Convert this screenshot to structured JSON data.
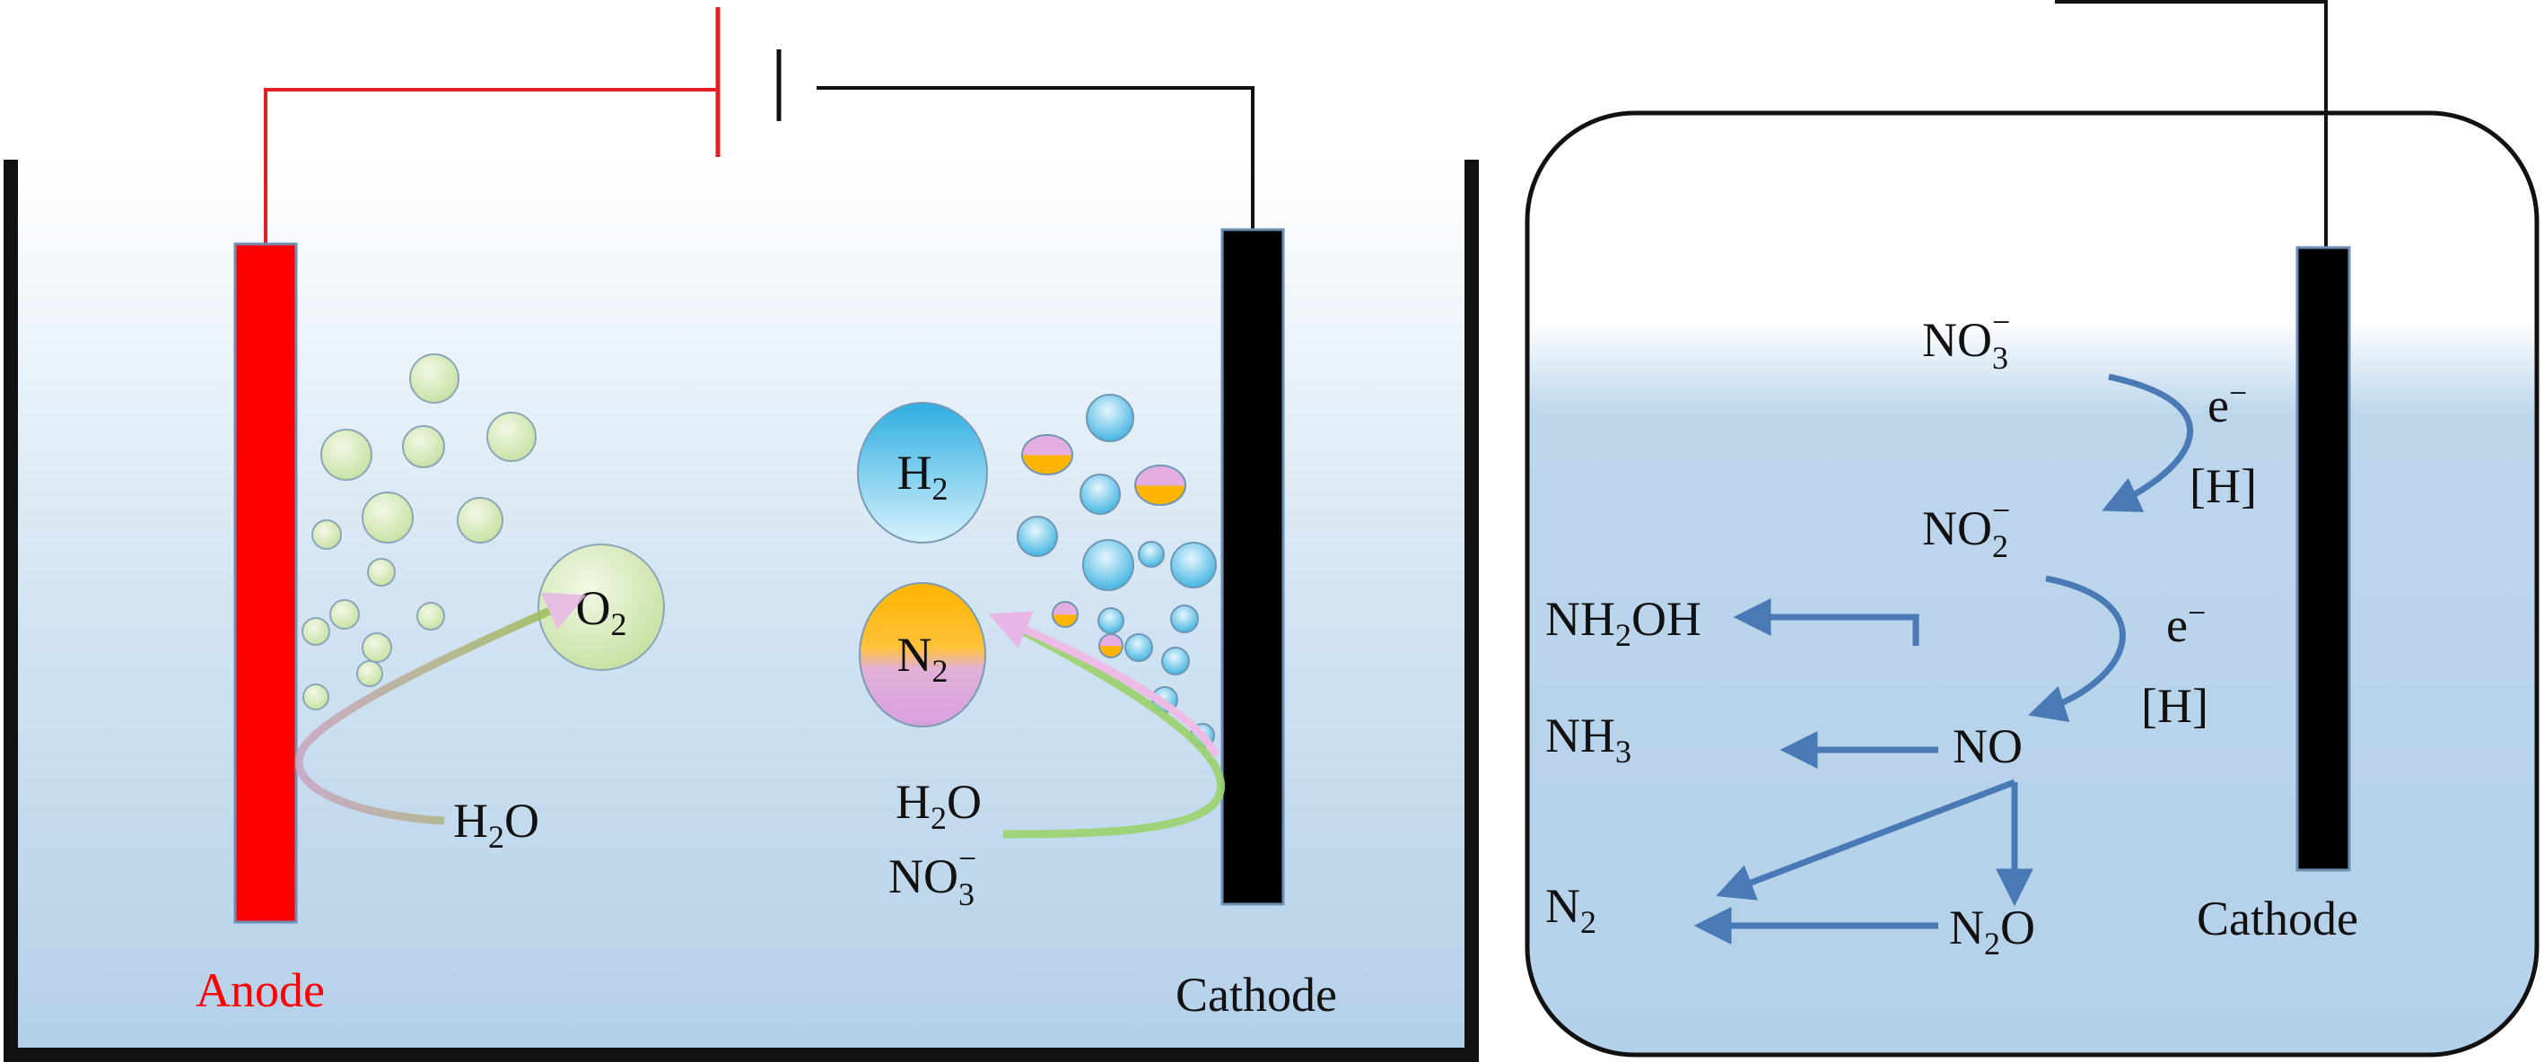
{
  "colors": {
    "anode": "#ff0000",
    "cathode": "#000000",
    "wire_positive": "#e31e24",
    "wire_negative": "#111111",
    "electrolyte_top": "#ffffff",
    "electrolyte_bottom": "#b8d4ea",
    "arrow": "#4a7ab5",
    "bubble_green": "#c9e3a6",
    "bubble_blue": "#3fb4e2",
    "bubble_orange": "#ffb400",
    "bubble_pink": "#d9a0e0"
  },
  "left_cell": {
    "anode_label": "Anode",
    "cathode_label": "Cathode",
    "o2": {
      "main": "O",
      "sub": "2"
    },
    "h2": {
      "main": "H",
      "sub": "2"
    },
    "n2": {
      "main": "N",
      "sub": "2"
    },
    "anode_reactant": {
      "pre": "H",
      "sub": "2",
      "post": "O"
    },
    "cathode_reactant_1": {
      "pre": "H",
      "sub": "2",
      "post": "O"
    },
    "cathode_reactant_2": {
      "pre": "NO",
      "sub": "3",
      "sup": "−"
    }
  },
  "right_cell": {
    "cathode_label": "Cathode",
    "species": {
      "no3": {
        "pre": "NO",
        "sub": "3",
        "sup": "−"
      },
      "no2": {
        "pre": "NO",
        "sub": "2",
        "sup": "−"
      },
      "nh2oh": {
        "pre": "NH",
        "sub": "2",
        "post": "OH"
      },
      "nh3": {
        "pre": "NH",
        "sub": "3"
      },
      "no": {
        "pre": "NO"
      },
      "n2": {
        "pre": "N",
        "sub": "2"
      },
      "n2o": {
        "pre": "N",
        "sub": "2",
        "post": "O"
      }
    },
    "step1": {
      "electron": "e",
      "electron_sup": "−",
      "hydrogen": "[H]"
    },
    "step2": {
      "electron": "e",
      "electron_sup": "−",
      "hydrogen": "[H]"
    }
  }
}
